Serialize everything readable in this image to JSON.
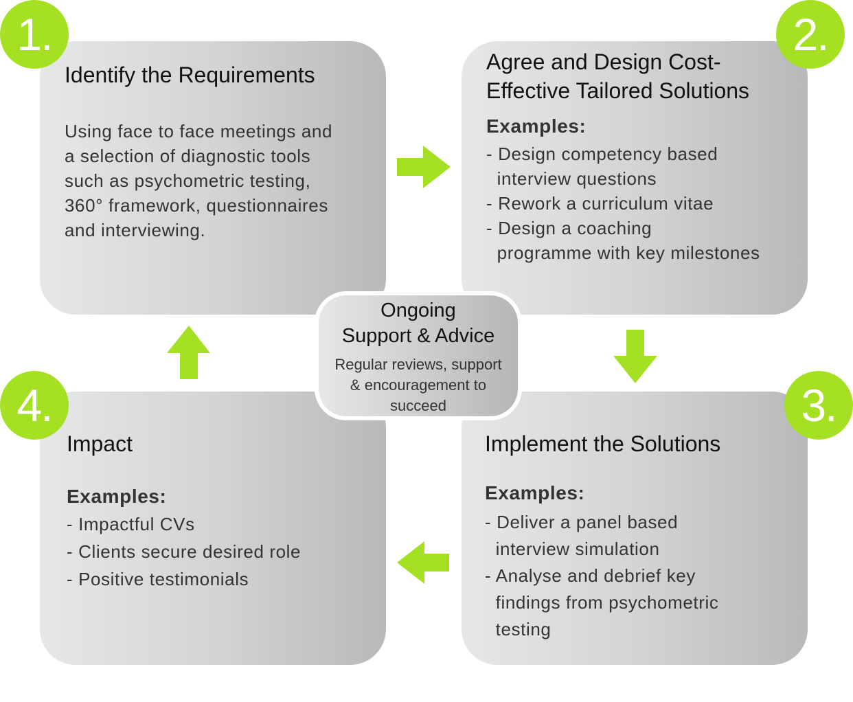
{
  "colors": {
    "accent": "#a6e022",
    "box": "#d0d1d3"
  },
  "steps": [
    {
      "number": "1.",
      "title": "Identify the Requirements",
      "body": [
        "Using face to face meetings and",
        "a selection of diagnostic tools",
        "such as psychometric testing,",
        "360° framework, questionnaires",
        "and interviewing."
      ]
    },
    {
      "number": "2.",
      "title": "Agree and Design Cost-\nEffective Tailored Solutions",
      "examples_label": "Examples:",
      "body": [
        "- Design competency based",
        "  interview questions",
        "- Rework a curriculum vitae",
        "- Design a coaching",
        "  programme with key milestones"
      ]
    },
    {
      "number": "3.",
      "title": "Implement the Solutions",
      "examples_label": "Examples:",
      "body": [
        "- Deliver a panel based",
        "  interview simulation",
        "- Analyse and debrief key",
        "  findings from psychometric",
        "  testing"
      ]
    },
    {
      "number": "4.",
      "title": "Impact",
      "examples_label": "Examples:",
      "body": [
        "- Impactful CVs",
        "- Clients secure desired role",
        "- Positive testimonials"
      ]
    }
  ],
  "center": {
    "title_line1": "Ongoing",
    "title_line2": "Support & Advice",
    "body_line1": "Regular reviews, support",
    "body_line2": "& encouragement to",
    "body_line3": "succeed"
  },
  "icons": [
    "arrow-right-icon",
    "arrow-down-icon",
    "arrow-left-icon",
    "arrow-up-icon"
  ]
}
